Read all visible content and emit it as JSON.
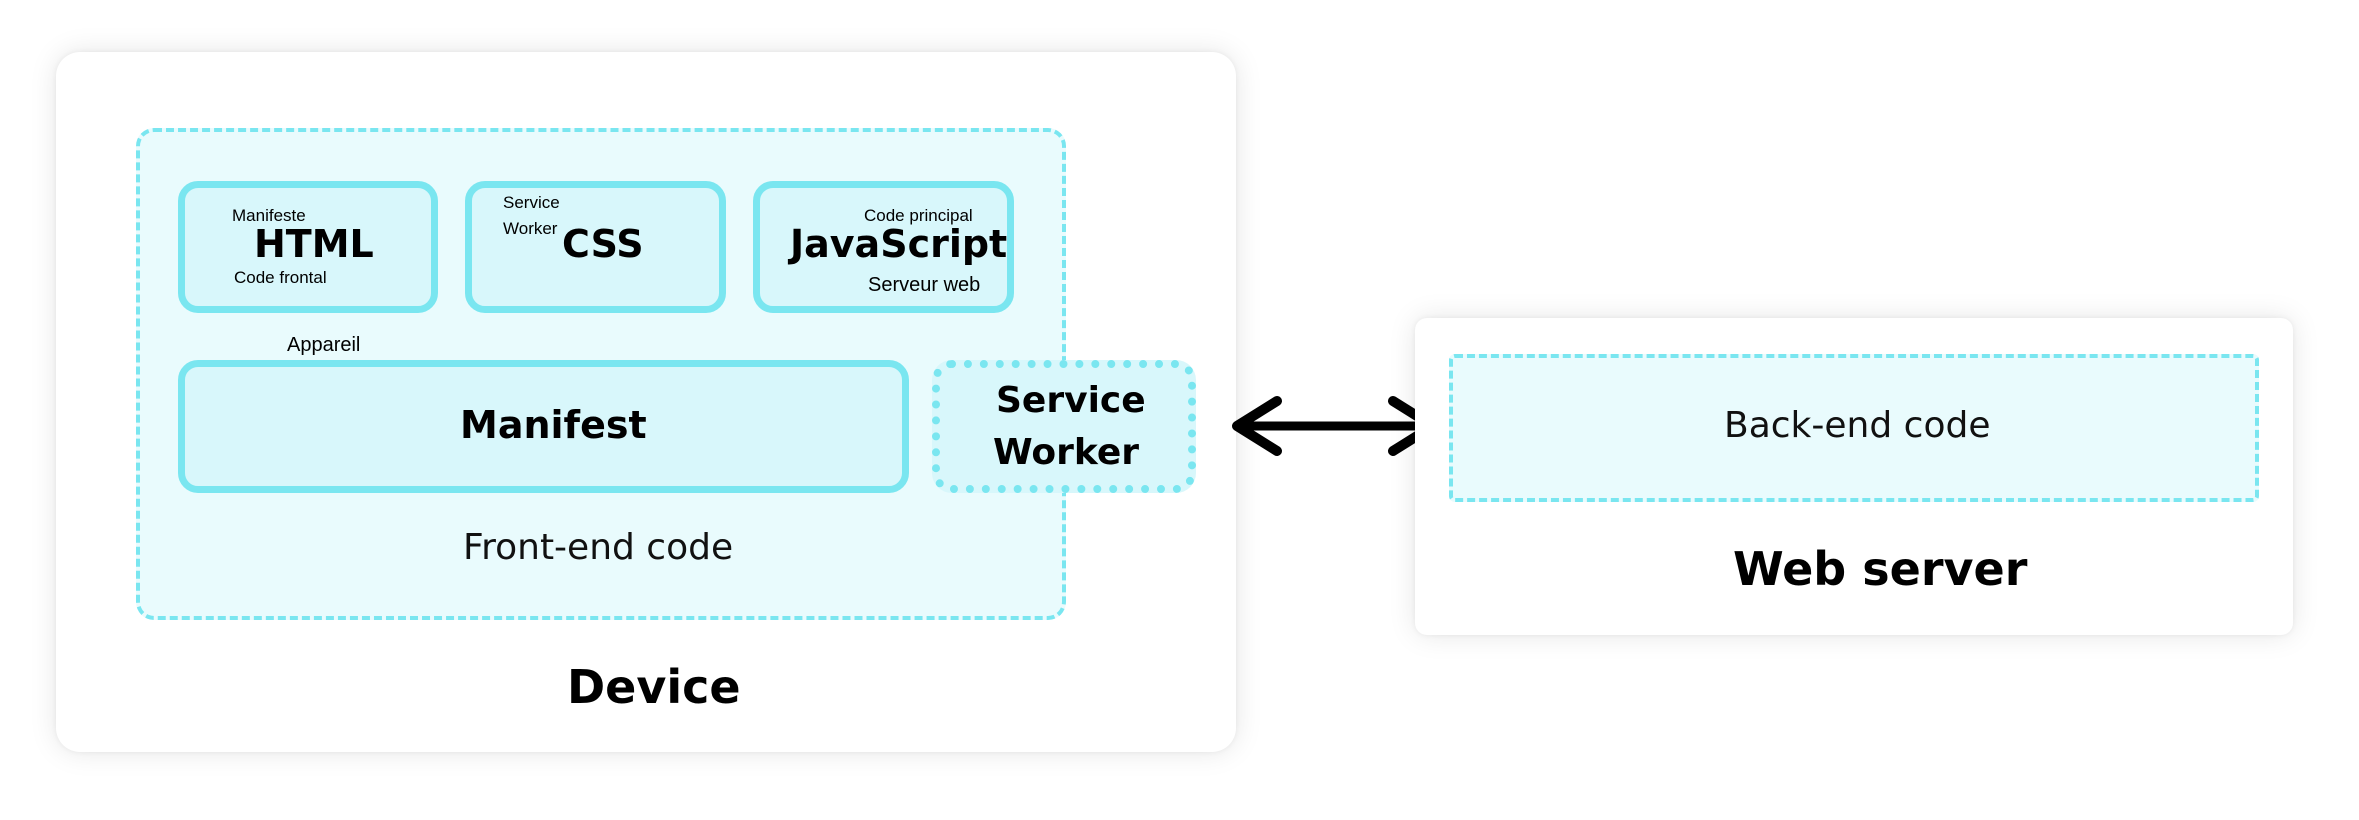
{
  "device": {
    "title": "Device",
    "region_label": "Front-end code",
    "tech": {
      "html": {
        "title": "HTML",
        "note_top": "Manifeste",
        "note_bottom": "Code frontal"
      },
      "css": {
        "title": "CSS",
        "note_top_1": "Service",
        "note_top_2": "Worker"
      },
      "js": {
        "title": "JavaScript",
        "note_top": "Code principal",
        "note_bottom": "Serveur web"
      }
    },
    "appareil_note": "Appareil",
    "manifest": {
      "title": "Manifest"
    },
    "service_worker": {
      "line1": "Service",
      "line2": "Worker"
    }
  },
  "server": {
    "title": "Web server",
    "region_label": "Back-end code"
  },
  "colors": {
    "accent_border": "#7ae6f0",
    "box_fill": "#d8f7fb",
    "region_fill": "#e9fbfd",
    "arrow": "#000000"
  }
}
